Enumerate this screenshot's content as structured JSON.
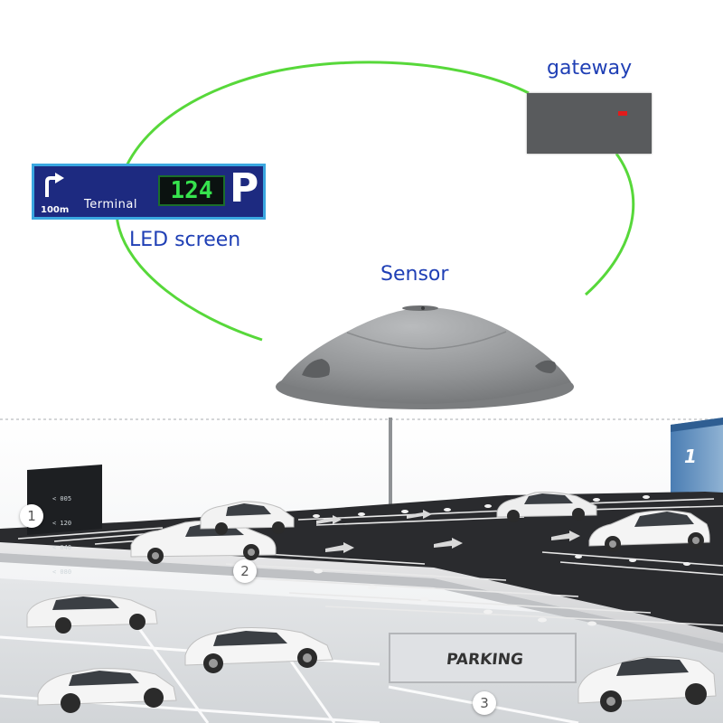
{
  "labels": {
    "gateway": "gateway",
    "led_screen": "LED screen",
    "sensor": "Sensor"
  },
  "led_sign": {
    "distance": "100m",
    "destination": "Terminal",
    "count": "124",
    "parking_symbol": "P"
  },
  "parking_sign": {
    "text": "PARKING"
  },
  "level_number": "1",
  "badges": [
    "1",
    "2",
    "3"
  ],
  "mini_sign_rows": [
    "< 005",
    "< 120",
    "< 040",
    "< 080"
  ],
  "colors": {
    "ring": "#57d83a",
    "label_text": "#1f3fb5",
    "led_sign_bg": "#1d2a80",
    "led_sign_border": "#3aa7e0",
    "led_digits": "#36e24d",
    "gateway_body": "#595b5d",
    "gateway_indicator": "#e21b1b",
    "asphalt": "#2a2b2e"
  },
  "icons": {
    "led_arrow": "turn-right-arrow-icon",
    "lane_arrows": "lane-arrow-icon"
  }
}
